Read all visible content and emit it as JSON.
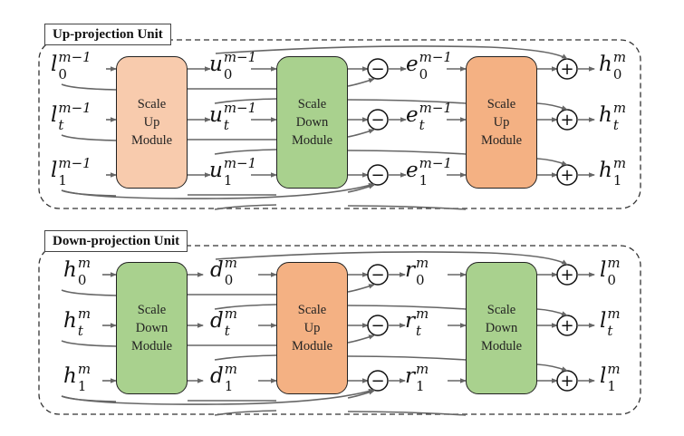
{
  "colors": {
    "scale_up_light": "#f8cbad",
    "scale_up": "#f4b183",
    "scale_down": "#a9d18e",
    "line": "#666666",
    "border": "#222222"
  },
  "up_unit": {
    "label": "Up-projection Unit",
    "modules": [
      {
        "lines": [
          "Scale",
          "Up",
          "Module"
        ],
        "color": "#f8cbad"
      },
      {
        "lines": [
          "Scale",
          "Down",
          "Module"
        ],
        "color": "#a9d18e"
      },
      {
        "lines": [
          "Scale",
          "Up",
          "Module"
        ],
        "color": "#f4b183"
      }
    ],
    "inputs": [
      {
        "base": "l",
        "sub": "0",
        "sup": "m−1"
      },
      {
        "base": "l",
        "sub": "t",
        "sup": "m−1"
      },
      {
        "base": "l",
        "sub": "1",
        "sup": "m−1"
      }
    ],
    "mid1": [
      {
        "base": "u",
        "sub": "0",
        "sup": "m−1"
      },
      {
        "base": "u",
        "sub": "t",
        "sup": "m−1"
      },
      {
        "base": "u",
        "sub": "1",
        "sup": "m−1"
      }
    ],
    "mid2": [
      {
        "base": "e",
        "sub": "0",
        "sup": "m−1"
      },
      {
        "base": "e",
        "sub": "t",
        "sup": "m−1"
      },
      {
        "base": "e",
        "sub": "1",
        "sup": "m−1"
      }
    ],
    "outputs": [
      {
        "base": "h",
        "sub": "0",
        "sup": "m"
      },
      {
        "base": "h",
        "sub": "t",
        "sup": "m"
      },
      {
        "base": "h",
        "sub": "1",
        "sup": "m"
      }
    ],
    "subtract_symbol": "−",
    "add_symbol": "+"
  },
  "down_unit": {
    "label": "Down-projection Unit",
    "modules": [
      {
        "lines": [
          "Scale",
          "Down",
          "Module"
        ],
        "color": "#a9d18e"
      },
      {
        "lines": [
          "Scale",
          "Up",
          "Module"
        ],
        "color": "#f4b183"
      },
      {
        "lines": [
          "Scale",
          "Down",
          "Module"
        ],
        "color": "#a9d18e"
      }
    ],
    "inputs": [
      {
        "base": "h",
        "sub": "0",
        "sup": "m"
      },
      {
        "base": "h",
        "sub": "t",
        "sup": "m"
      },
      {
        "base": "h",
        "sub": "1",
        "sup": "m"
      }
    ],
    "mid1": [
      {
        "base": "d",
        "sub": "0",
        "sup": "m"
      },
      {
        "base": "d",
        "sub": "t",
        "sup": "m"
      },
      {
        "base": "d",
        "sub": "1",
        "sup": "m"
      }
    ],
    "mid2": [
      {
        "base": "r",
        "sub": "0",
        "sup": "m"
      },
      {
        "base": "r",
        "sub": "t",
        "sup": "m"
      },
      {
        "base": "r",
        "sub": "1",
        "sup": "m"
      }
    ],
    "outputs": [
      {
        "base": "l",
        "sub": "0",
        "sup": "m"
      },
      {
        "base": "l",
        "sub": "t",
        "sup": "m"
      },
      {
        "base": "l",
        "sub": "1",
        "sup": "m"
      }
    ],
    "subtract_symbol": "−",
    "add_symbol": "+"
  }
}
